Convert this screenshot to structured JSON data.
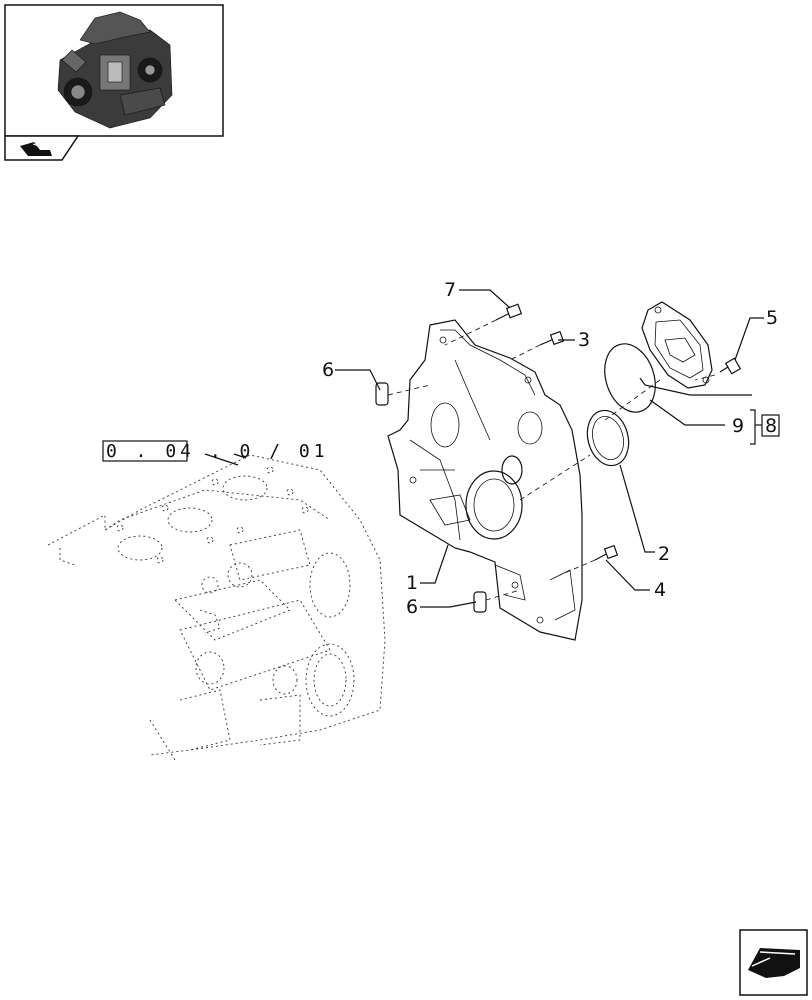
{
  "reference_code": "0 . 04 . 0 / 01",
  "callouts": {
    "c1": "1",
    "c2": "2",
    "c3": "3",
    "c4": "4",
    "c5": "5",
    "c6a": "6",
    "c6b": "6",
    "c7": "7",
    "c9": "9",
    "c8": "8"
  },
  "icons": {
    "thumbnail": "engine-thumbnail-icon",
    "thumb_nav": "previous-page-arrow-icon",
    "corner_nav": "next-page-arrow-icon"
  }
}
